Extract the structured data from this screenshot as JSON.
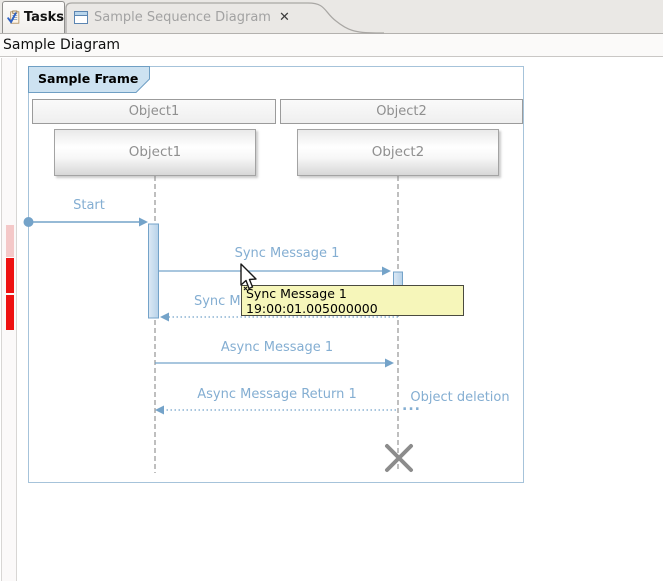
{
  "colors": {
    "accent-blue": "#74a3c9",
    "label-blue": "#84aed2",
    "marker-pink": "#f4c8c8",
    "marker-red": "#ee1111",
    "tooltip-bg": "#f6f6ba"
  },
  "tab_bar": {
    "tabs": [
      {
        "label": "Tasks",
        "active": true
      },
      {
        "label": "Sample Sequence Diagram",
        "active": false,
        "close_glyph": "✕"
      }
    ]
  },
  "view": {
    "title": "Sample Diagram"
  },
  "diagram": {
    "frame_label": "Sample Frame",
    "lifelines": [
      {
        "header": "Object1",
        "box": "Object1"
      },
      {
        "header": "Object2",
        "box": "Object2"
      }
    ],
    "messages": {
      "start": "Start",
      "sync1": "Sync Message 1",
      "sync_return": "Sync Message Return 1",
      "async1": "Async Message 1",
      "async_return": "Async Message Return 1",
      "deletion": "Object deletion",
      "ellipsis": "..."
    }
  },
  "tooltip": {
    "title": "Sync Message 1",
    "timestamp": "19:00:01.005000000"
  }
}
